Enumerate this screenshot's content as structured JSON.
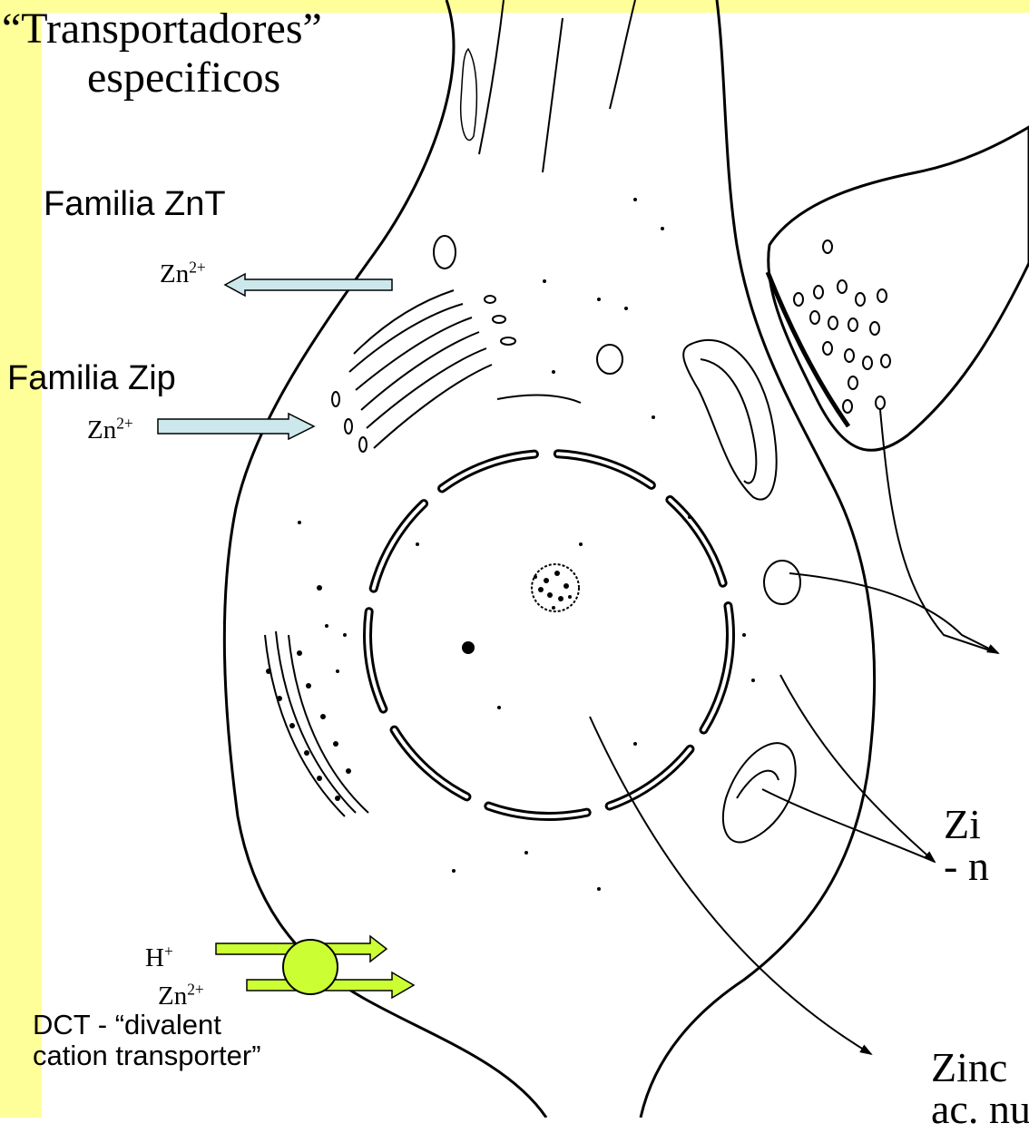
{
  "title": {
    "line1": "“Transportadores”",
    "line2": "especificos"
  },
  "families": {
    "znt": "Familia ZnT",
    "zip": "Familia Zip"
  },
  "ions": {
    "zn_base": "Zn",
    "zn_charge": "2+",
    "h_base": "H",
    "h_charge": "+"
  },
  "dct": {
    "line1": "DCT - “divalent",
    "line2": "cation transporter”"
  },
  "right_fragments": {
    "line1": "Zi",
    "line2": "- n",
    "line3": "Zinc",
    "line4": "ac. nu"
  },
  "colors": {
    "background_stripe": "#ffff99",
    "arrow_light_blue": "#cce8ec",
    "transporter_green": "#ccff33"
  }
}
